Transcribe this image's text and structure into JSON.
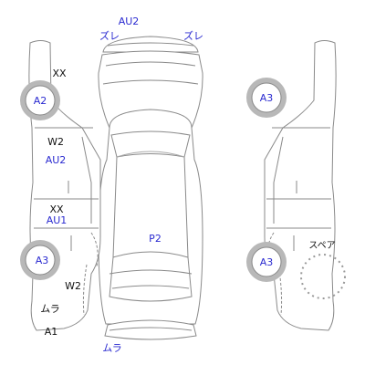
{
  "colors": {
    "line": "#8a8a8a",
    "dark": "#555555",
    "annotation_blue": "#2a2ad0",
    "annotation_black": "#111111"
  },
  "diagram": {
    "rear_view": {
      "top": "AU2",
      "left": "ズレ",
      "right": "ズレ"
    },
    "left_side": {
      "rear_mirror": "XX",
      "rear_wheel": "A2",
      "rear_door_a": "W2",
      "rear_door_b": "AU2",
      "front_door_a": "XX",
      "front_door_b": "AU1",
      "front_wheel": "A3",
      "fender": "W2",
      "bumper_corner_a": "ムラ",
      "bumper_corner_b": "A1"
    },
    "roof": {
      "center": "P2"
    },
    "right_side": {
      "rear_wheel": "A3",
      "front_wheel": "A3"
    },
    "front_view": {
      "bottom": "ムラ"
    },
    "spare": {
      "label": "スペア"
    }
  }
}
